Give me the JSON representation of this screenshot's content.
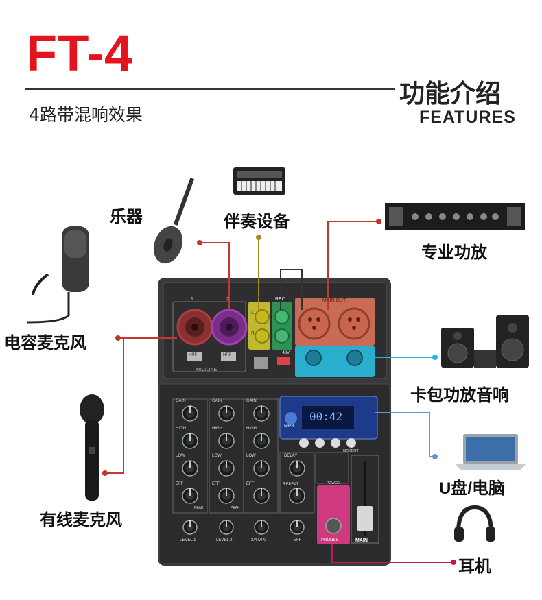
{
  "header": {
    "model": "FT-4",
    "subtitle": "4路带混响效果",
    "features_cn": "功能介绍",
    "features_en": "FEATURES"
  },
  "callouts": {
    "instrument": "乐器",
    "accompaniment": "伴奏设备",
    "amplifier": "专业功放",
    "condenser_mic": "电容麦克风",
    "karaoke_speaker": "卡包功放音响",
    "usb_pc": "U盘/电脑",
    "wired_mic": "有线麦克风",
    "headphones": "耳机"
  },
  "panel": {
    "ch1": "1",
    "ch2": "2",
    "ch34": "3/4",
    "rec": "REC",
    "main_out": "MAIN OUT",
    "l": "L",
    "r": "R",
    "phantom": "+48V",
    "hpf": "HPF",
    "mic_line": "MIC/LINE",
    "gain": "GAIN",
    "high": "HIGH",
    "low": "LOW",
    "eff": "EFF",
    "peak": "PEAK",
    "delay": "DELAY",
    "repeat": "REPEAT",
    "level1": "LEVEL 1",
    "level2": "LEVEL 2",
    "level34": "3/4 MP3",
    "eff_bottom": "EFF",
    "phones": "PHONES",
    "main": "MAIN",
    "power": "POWER",
    "mp3": "MP3",
    "display": "00:42",
    "mode_bt": "MODE/BT"
  },
  "colors": {
    "title_red": "#e3141e",
    "connector_red": "#c0392b",
    "connector_cyan": "#29b6d6",
    "connector_pink": "#c2185b"
  }
}
